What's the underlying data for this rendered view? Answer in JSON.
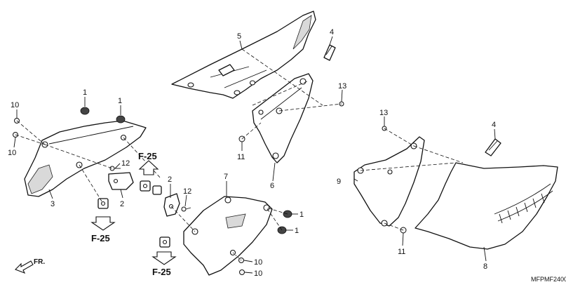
{
  "labels": {
    "n1": "1",
    "n2": "2",
    "n3": "3",
    "n4": "4",
    "n5": "5",
    "n6": "6",
    "n7": "7",
    "n8": "8",
    "n9": "9",
    "n10": "10",
    "n11": "11",
    "n12": "12",
    "n13": "13"
  },
  "refs": {
    "f25": "F-25"
  },
  "front_label": "FR.",
  "diagram_code": "MFPMF2400"
}
